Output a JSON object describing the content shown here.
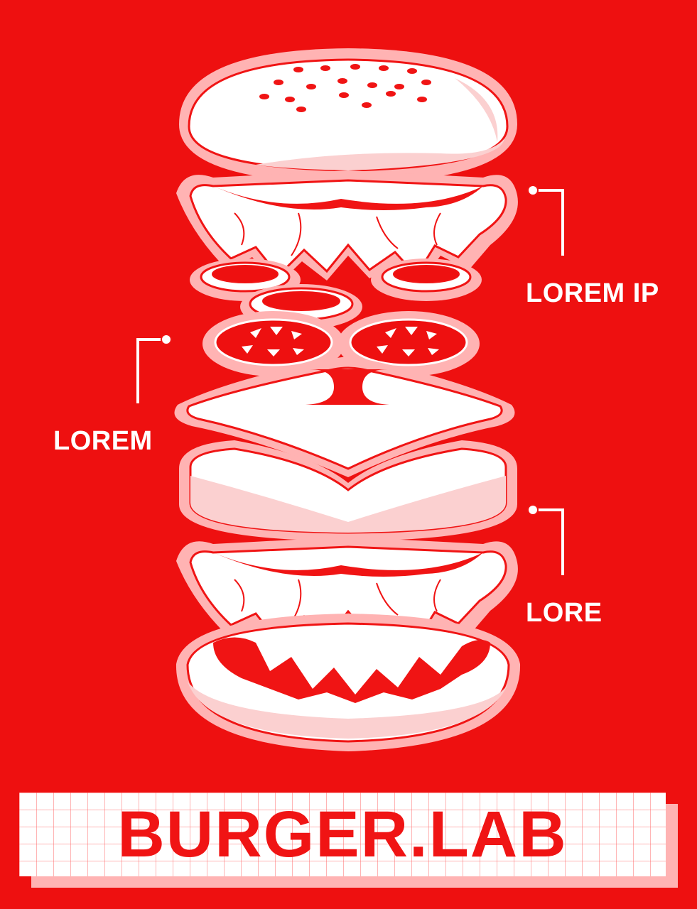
{
  "colors": {
    "background": "#ee1010",
    "accent": "#f01414",
    "white": "#ffffff",
    "pink": "#ffb3b3",
    "light_pink": "#fbd0d0"
  },
  "labels": {
    "top_right": "LOREM IP",
    "left": "LOREM",
    "bottom_right": "LORE"
  },
  "brand": {
    "title": "BURGER.LAB"
  },
  "icons": {
    "top_bun": "burger-top-bun-icon",
    "lettuce": "lettuce-icon",
    "onion_rings": "onion-ring-icon",
    "tomato_slices": "tomato-slice-icon",
    "cheese": "cheese-slice-icon",
    "patty": "patty-icon",
    "bottom_bun": "burger-bottom-bun-icon"
  }
}
